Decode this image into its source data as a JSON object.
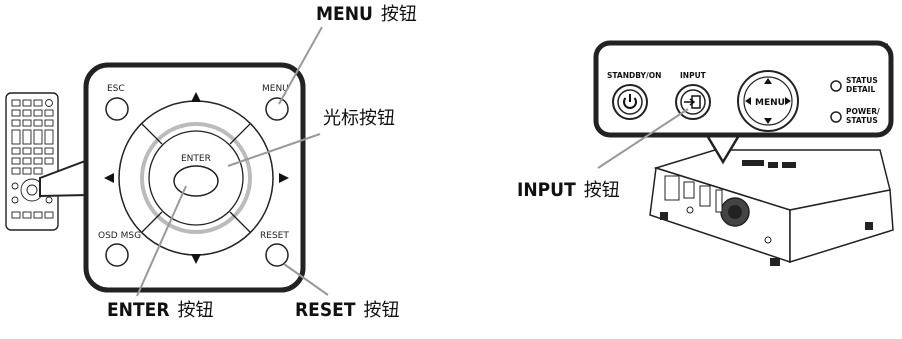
{
  "remote_panel": {
    "esc": "ESC",
    "menu": "MENU",
    "enter": "ENTER",
    "osd_msg": "OSD MSG",
    "reset": "RESET"
  },
  "projector_panel": {
    "standby_on": "STANDBY/ON",
    "input": "INPUT",
    "menu": "MENU",
    "status_detail_1": "STATUS",
    "status_detail_2": "DETAIL",
    "power_status_1": "POWER/",
    "power_status_2": "STATUS"
  },
  "callouts": {
    "menu_key": "MENU",
    "menu_cn": "按钮",
    "cursor_cn": "光标按钮",
    "enter_key": "ENTER",
    "enter_cn": "按钮",
    "reset_key": "RESET",
    "reset_cn": "按钮",
    "input_key": "INPUT",
    "input_cn": "按钮"
  },
  "colors": {
    "line": "#222222",
    "panel_bg": "#ffffff",
    "leader": "#999999"
  }
}
